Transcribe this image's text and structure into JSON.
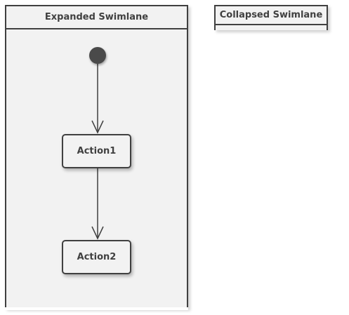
{
  "diagram": {
    "lanes": {
      "expanded": {
        "title": "Expanded Swimlane"
      },
      "collapsed": {
        "title": "Collapsed Swimlane"
      }
    },
    "actions": [
      {
        "label": "Action1"
      },
      {
        "label": "Action2"
      }
    ],
    "colors": {
      "stroke": "#404040",
      "lane_fill": "#f2f2f2",
      "initial_node": "#4a4a4a"
    }
  }
}
